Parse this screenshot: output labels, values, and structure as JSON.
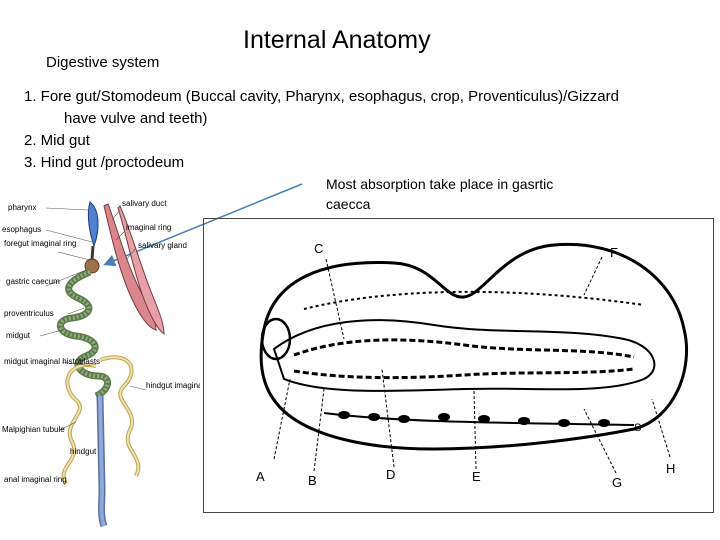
{
  "slide": {
    "subtitle": "Digestive system",
    "title": "Internal Anatomy",
    "list": [
      "1.   Fore gut/Stomodeum  (Buccal cavity, Pharynx, esophagus, crop, Proventiculus)/Gizzard",
      "have  vulve and teeth)",
      "2.   Mid gut",
      "3. Hind gut /proctodeum"
    ],
    "note": "Most absorption take place in gasrtic caecca"
  },
  "figure_left": {
    "labels": {
      "pharynx": "pharynx",
      "salivary_duct": "salivary duct",
      "esophagus": "esophagus",
      "foregut_imaginal_ring": "foregut imaginal ring",
      "imaginal_ring": "imaginal ring",
      "salivary_gland": "salivary gland",
      "gastric_caecum": "gastric caecum",
      "proventriculus": "proventriculus",
      "midgut": "midgut",
      "midgut_histoblasts": "midgut imaginal histoblasts",
      "hindgut_imaginal_ring": "hindgut imaginal ring",
      "malpighian_tubule": "Malpighian tubule",
      "hindgut": "hindgut",
      "anal_imaginal_ring": "anal imaginal ring"
    }
  },
  "figure_right": {
    "letters": {
      "A": "A",
      "B": "B",
      "C": "C",
      "D": "D",
      "E": "E",
      "F": "F",
      "G": "G",
      "H": "H",
      "S": "S"
    }
  },
  "colors": {
    "pointer_arrow": "#4a7fb5",
    "salivary_gland": "#d9868f",
    "gut_green": "#7d9a6a",
    "tubule_yellow": "#f0e2a2",
    "hindgut_blue": "#8fa8d8",
    "pharynx_blue": "#4f7fd0"
  }
}
